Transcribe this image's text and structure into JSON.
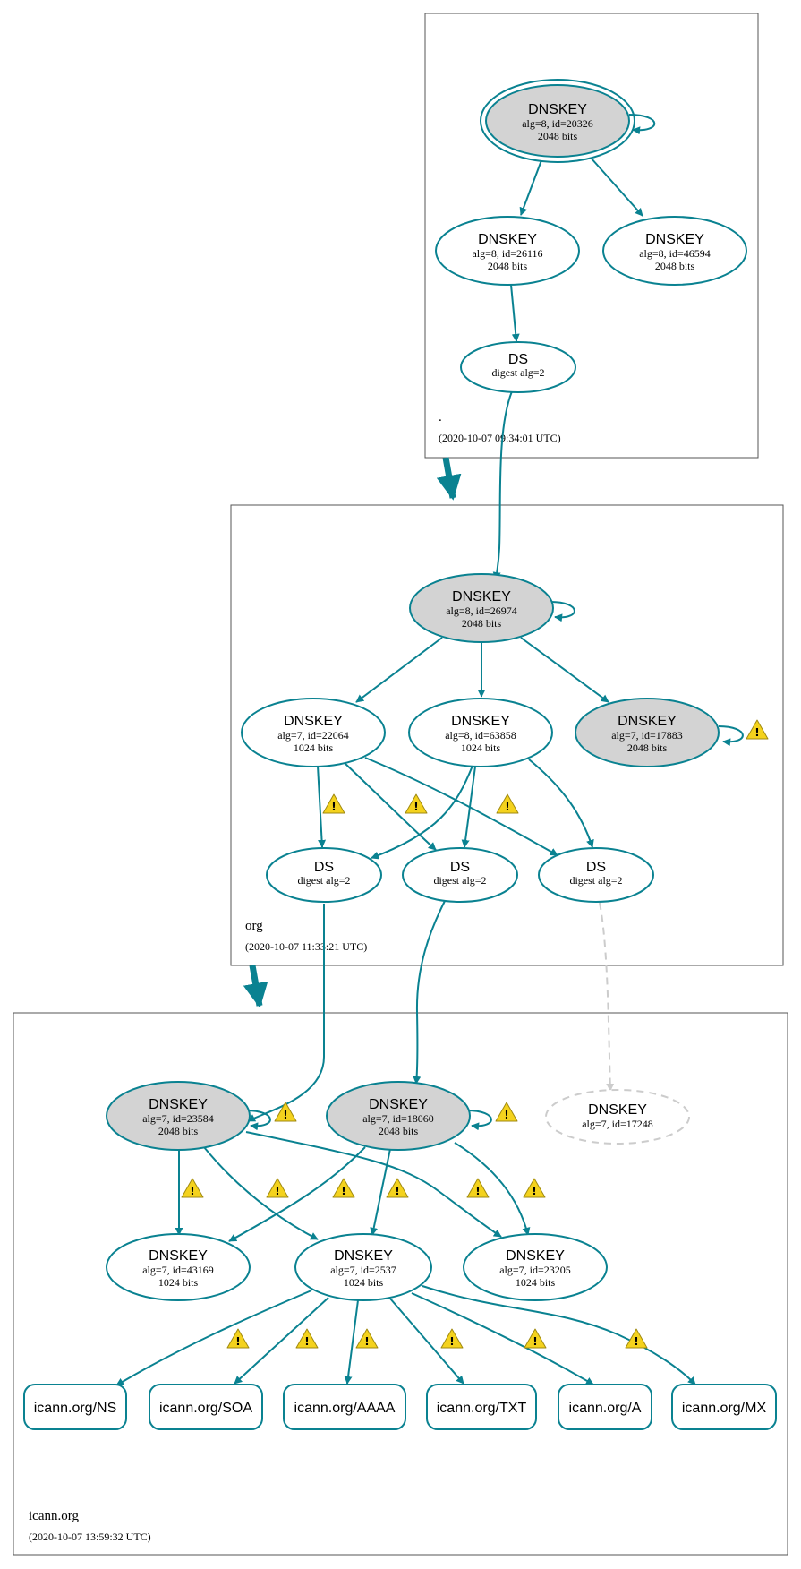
{
  "colors": {
    "edge": "#0a8291",
    "node_stroke": "#0a8291",
    "node_fill_ksk": "#d3d3d3",
    "node_fill": "#ffffff",
    "dashed_edge": "#cccccc",
    "warning_fill": "#f4d21d",
    "zone_border": "#555555"
  },
  "zones": {
    "root": {
      "name": ".",
      "timestamp": "(2020-10-07 09:34:01 UTC)"
    },
    "org": {
      "name": "org",
      "timestamp": "(2020-10-07 11:33:21 UTC)"
    },
    "icann": {
      "name": "icann.org",
      "timestamp": "(2020-10-07 13:59:32 UTC)"
    }
  },
  "nodes": {
    "root_ksk": {
      "type": "DNSKEY",
      "alg": "alg=8, id=20326",
      "bits": "2048 bits"
    },
    "root_zsk1": {
      "type": "DNSKEY",
      "alg": "alg=8, id=26116",
      "bits": "2048 bits"
    },
    "root_zsk2": {
      "type": "DNSKEY",
      "alg": "alg=8, id=46594",
      "bits": "2048 bits"
    },
    "root_ds": {
      "type": "DS",
      "digest": "digest alg=2"
    },
    "org_ksk": {
      "type": "DNSKEY",
      "alg": "alg=8, id=26974",
      "bits": "2048 bits"
    },
    "org_zsk1": {
      "type": "DNSKEY",
      "alg": "alg=7, id=22064",
      "bits": "1024 bits"
    },
    "org_zsk2": {
      "type": "DNSKEY",
      "alg": "alg=8, id=63858",
      "bits": "1024 bits"
    },
    "org_ksk2": {
      "type": "DNSKEY",
      "alg": "alg=7, id=17883",
      "bits": "2048 bits"
    },
    "org_ds1": {
      "type": "DS",
      "digest": "digest alg=2"
    },
    "org_ds2": {
      "type": "DS",
      "digest": "digest alg=2"
    },
    "org_ds3": {
      "type": "DS",
      "digest": "digest alg=2"
    },
    "icann_ksk1": {
      "type": "DNSKEY",
      "alg": "alg=7, id=23584",
      "bits": "2048 bits"
    },
    "icann_ksk2": {
      "type": "DNSKEY",
      "alg": "alg=7, id=18060",
      "bits": "2048 bits"
    },
    "icann_missing": {
      "type": "DNSKEY",
      "alg": "alg=7, id=17248"
    },
    "icann_zsk1": {
      "type": "DNSKEY",
      "alg": "alg=7, id=43169",
      "bits": "1024 bits"
    },
    "icann_zsk2": {
      "type": "DNSKEY",
      "alg": "alg=7, id=2537",
      "bits": "1024 bits"
    },
    "icann_zsk3": {
      "type": "DNSKEY",
      "alg": "alg=7, id=23205",
      "bits": "1024 bits"
    }
  },
  "rrsets": [
    "icann.org/NS",
    "icann.org/SOA",
    "icann.org/AAAA",
    "icann.org/TXT",
    "icann.org/A",
    "icann.org/MX"
  ],
  "warning_glyph": "!"
}
